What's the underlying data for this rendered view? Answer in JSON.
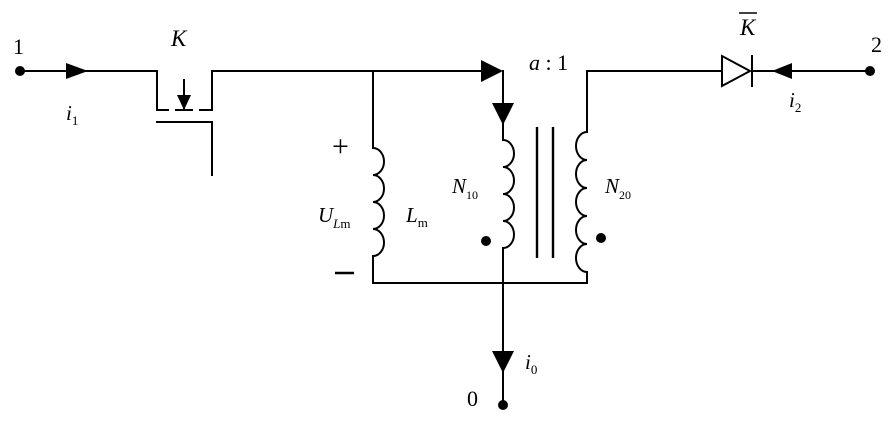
{
  "diagram": {
    "terminals": {
      "t1": "1",
      "t2": "2",
      "t0": "0"
    },
    "currents": {
      "i1": {
        "sym": "i",
        "sub": "1"
      },
      "i2": {
        "sym": "i",
        "sub": "2"
      },
      "i0": {
        "sym": "i",
        "sub": "0"
      }
    },
    "switch_label": "K",
    "diode_label": "K",
    "ratio_label": {
      "a": "a",
      "rest": " : 1"
    },
    "inductor": {
      "voltage": {
        "sym": "U",
        "sub_italic": "L",
        "sub": "m"
      },
      "name": {
        "sym": "L",
        "sub": "m"
      },
      "plus": "+",
      "minus": "−"
    },
    "windings": {
      "primary": {
        "sym": "N",
        "sub": "10"
      },
      "secondary": {
        "sym": "N",
        "sub": "20"
      }
    }
  }
}
